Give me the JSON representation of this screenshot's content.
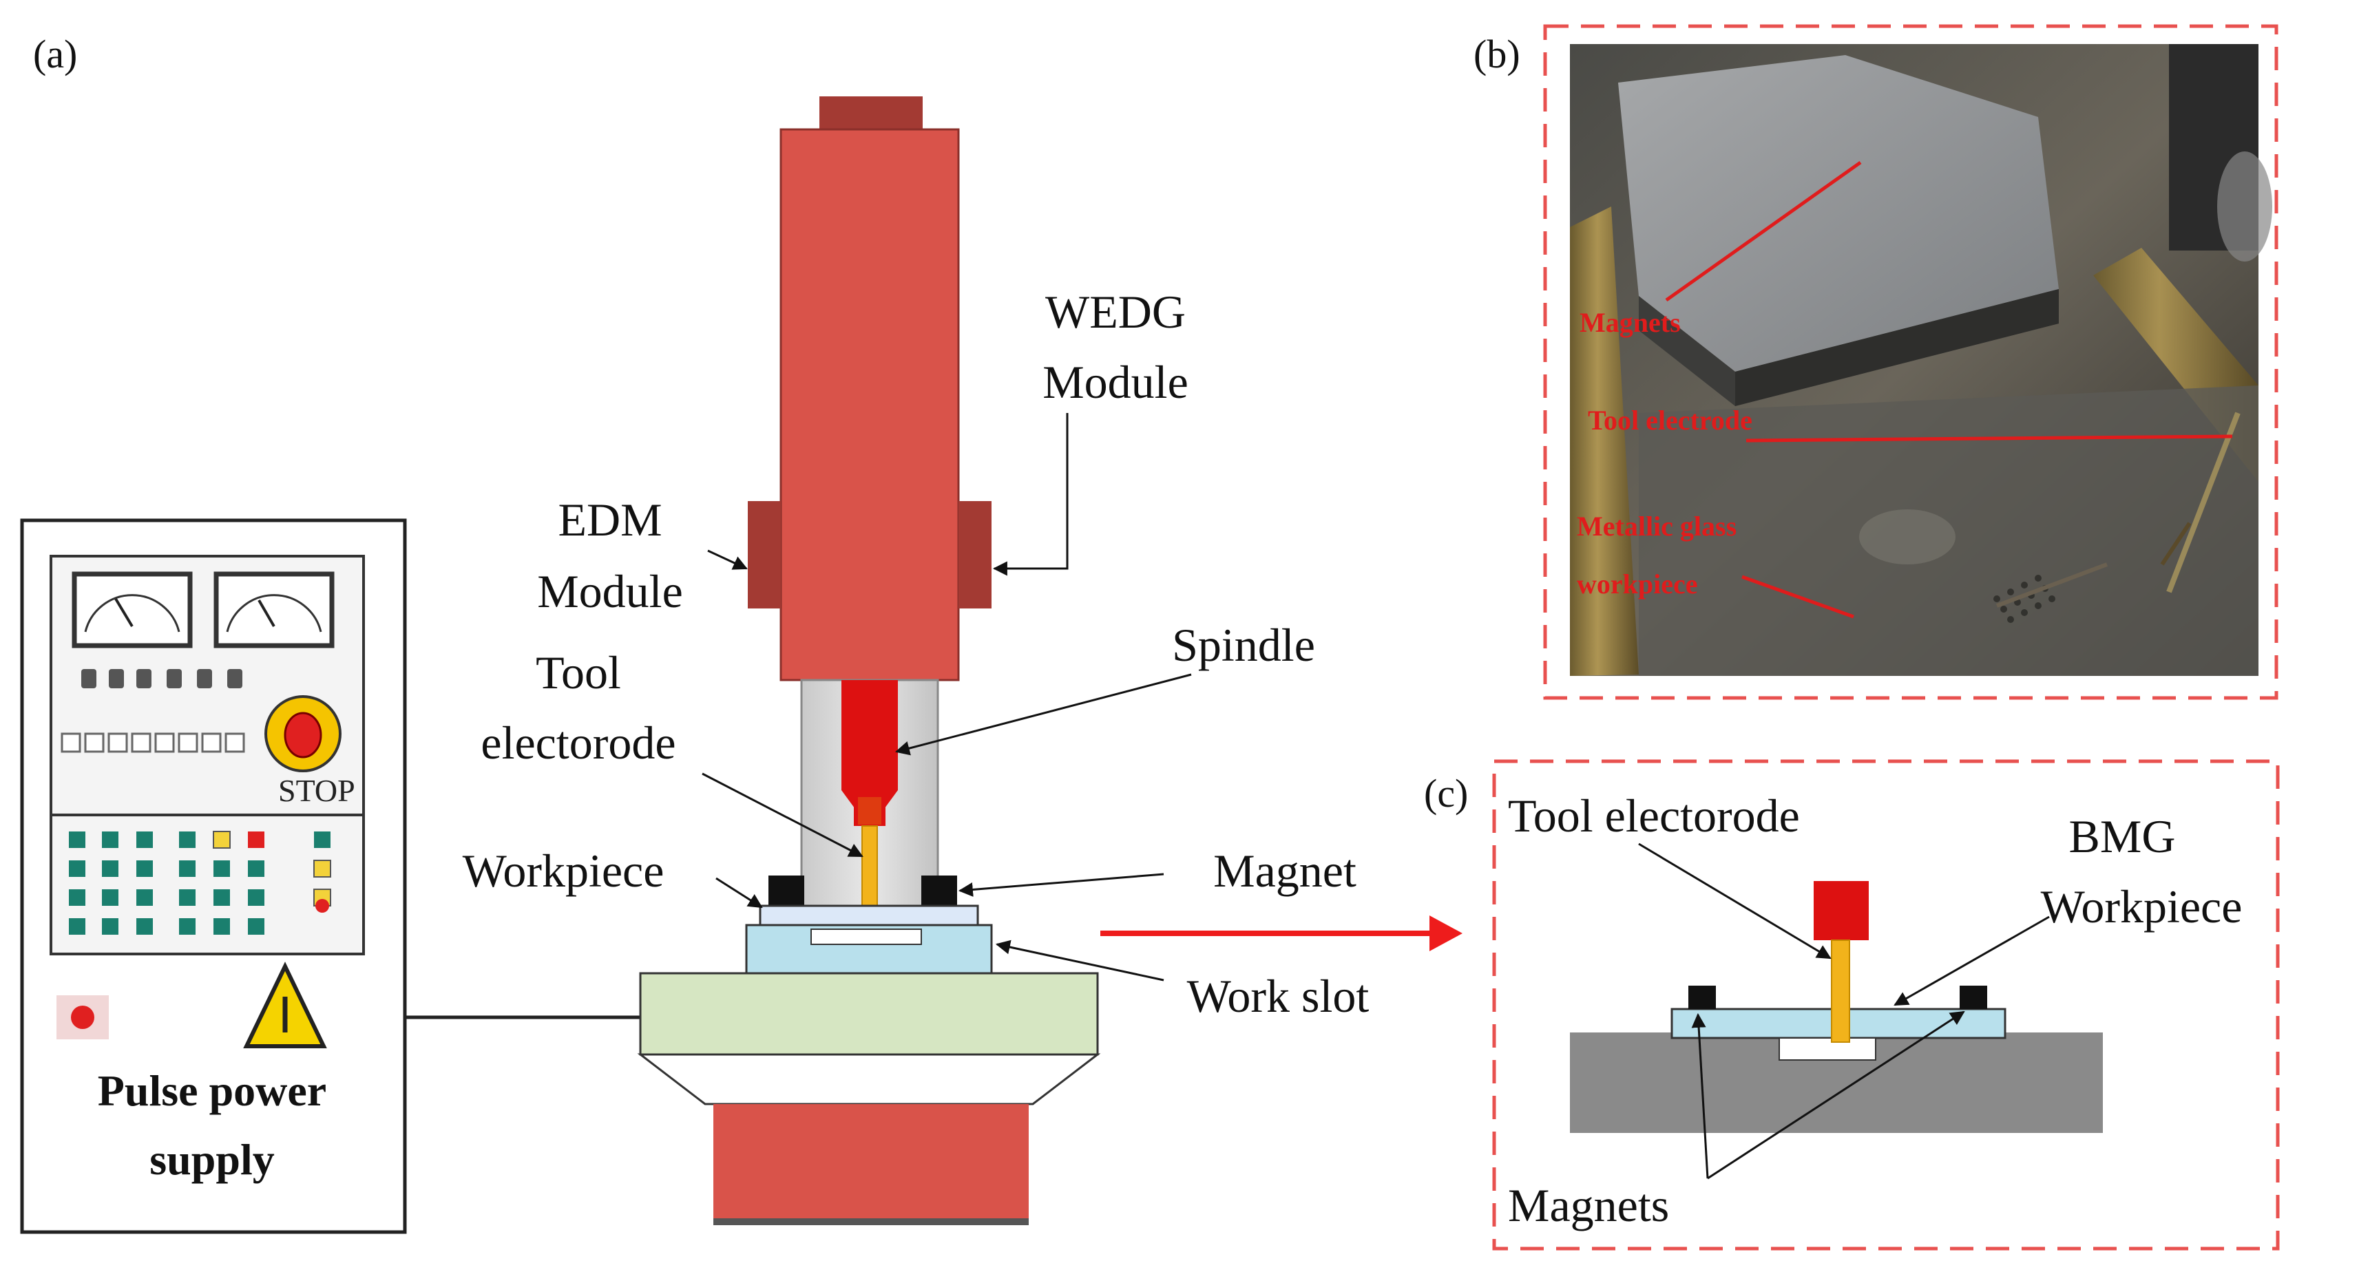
{
  "panels": {
    "a": {
      "label": "(a)"
    },
    "b": {
      "label": "(b)"
    },
    "c": {
      "label": "(c)"
    }
  },
  "machine": {
    "wedg_line1": "WEDG",
    "wedg_line2": "Module",
    "edm_line1": "EDM",
    "edm_line2": "Module",
    "tool_line1": "Tool",
    "tool_line2": "electorode",
    "spindle": "Spindle",
    "workpiece": "Workpiece",
    "magnet": "Magnet",
    "work_slot": "Work slot"
  },
  "power_supply": {
    "stop_label": "STOP",
    "title_line1": "Pulse power",
    "title_line2": "supply"
  },
  "photo": {
    "magnets": "Magnets",
    "tool_electrode": "Tool electrode",
    "workpiece_line1": "Metallic glass",
    "workpiece_line2": "workpiece"
  },
  "schematic": {
    "tool_electrode": "Tool electorode",
    "bmg_line1": "BMG",
    "bmg_line2": "Workpiece",
    "magnets": "Magnets"
  },
  "colors": {
    "module_red": "#d9534a",
    "dark_red": "#a33a33",
    "spindle_red": "#dd1111",
    "tool_yellow": "#f2b31b",
    "workpiece_blue": "#b8e0ec",
    "base_green": "#d6e6c2",
    "arrow_red": "#ee1c1c",
    "panel_teal": "#1a7f6e",
    "dash_red": "#e8514f",
    "gray_base": "#8a8a8a"
  }
}
